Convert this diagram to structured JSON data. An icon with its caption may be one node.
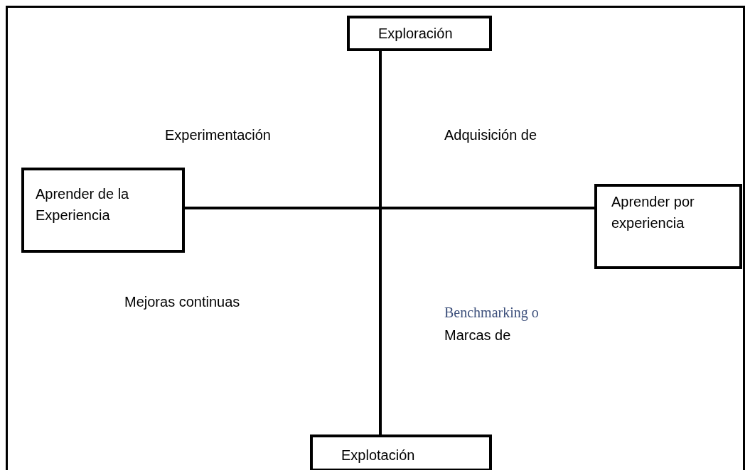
{
  "diagram": {
    "nodes": [
      {
        "text": [
          "Exploración"
        ]
      },
      {
        "text": [
          "Aprender de la Experiencia"
        ]
      },
      {
        "text": [
          "Aprender por experiencia"
        ]
      },
      {
        "text": [
          "Explotación"
        ]
      }
    ],
    "edges": [
      {
        "from": 0,
        "to": 3,
        "arrow": "none"
      },
      {
        "from": 1,
        "to": 2,
        "arrow": "none"
      }
    ],
    "labels": [
      "Experimentación",
      "Adquisición de",
      "Mejoras continuas",
      "Benchmarking o",
      "Marcas de"
    ]
  }
}
